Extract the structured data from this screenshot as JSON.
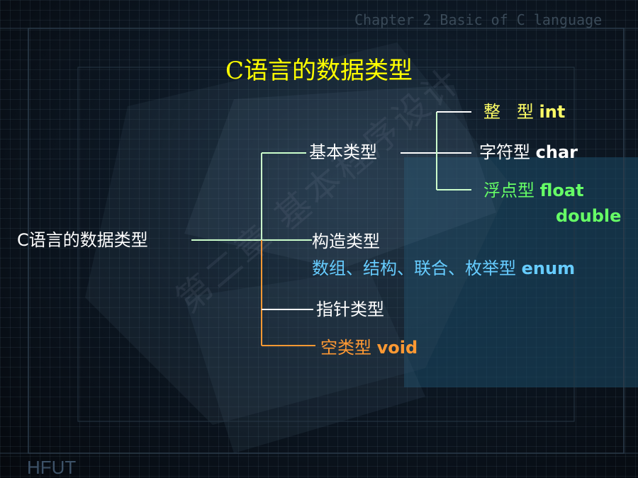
{
  "header_caption": "Chapter  2  Basic of  C language",
  "title": "C语言的数据类型",
  "root": {
    "label": "C语言的数据类型"
  },
  "basic": {
    "label": "基本类型",
    "int": {
      "cn": "整   型",
      "en": "int"
    },
    "char": {
      "cn": "字符型",
      "en": "char"
    },
    "float": {
      "cn": "浮点型",
      "en": "float",
      "en2": "double"
    }
  },
  "constructed": {
    "label": "构造类型",
    "detail": "数组、结构、联合、枚举型",
    "en": "enum"
  },
  "pointer": {
    "label": "指针类型"
  },
  "void_type": {
    "cn": "空类型",
    "en": "void"
  },
  "watermark": "第二章 基本程序设计",
  "footer": "HFUT",
  "colors": {
    "title": "#ffff00",
    "int": "#ffff66",
    "char": "#ffffff",
    "float": "#66ff66",
    "constructed": "#66ccff",
    "void": "#ff9933"
  }
}
